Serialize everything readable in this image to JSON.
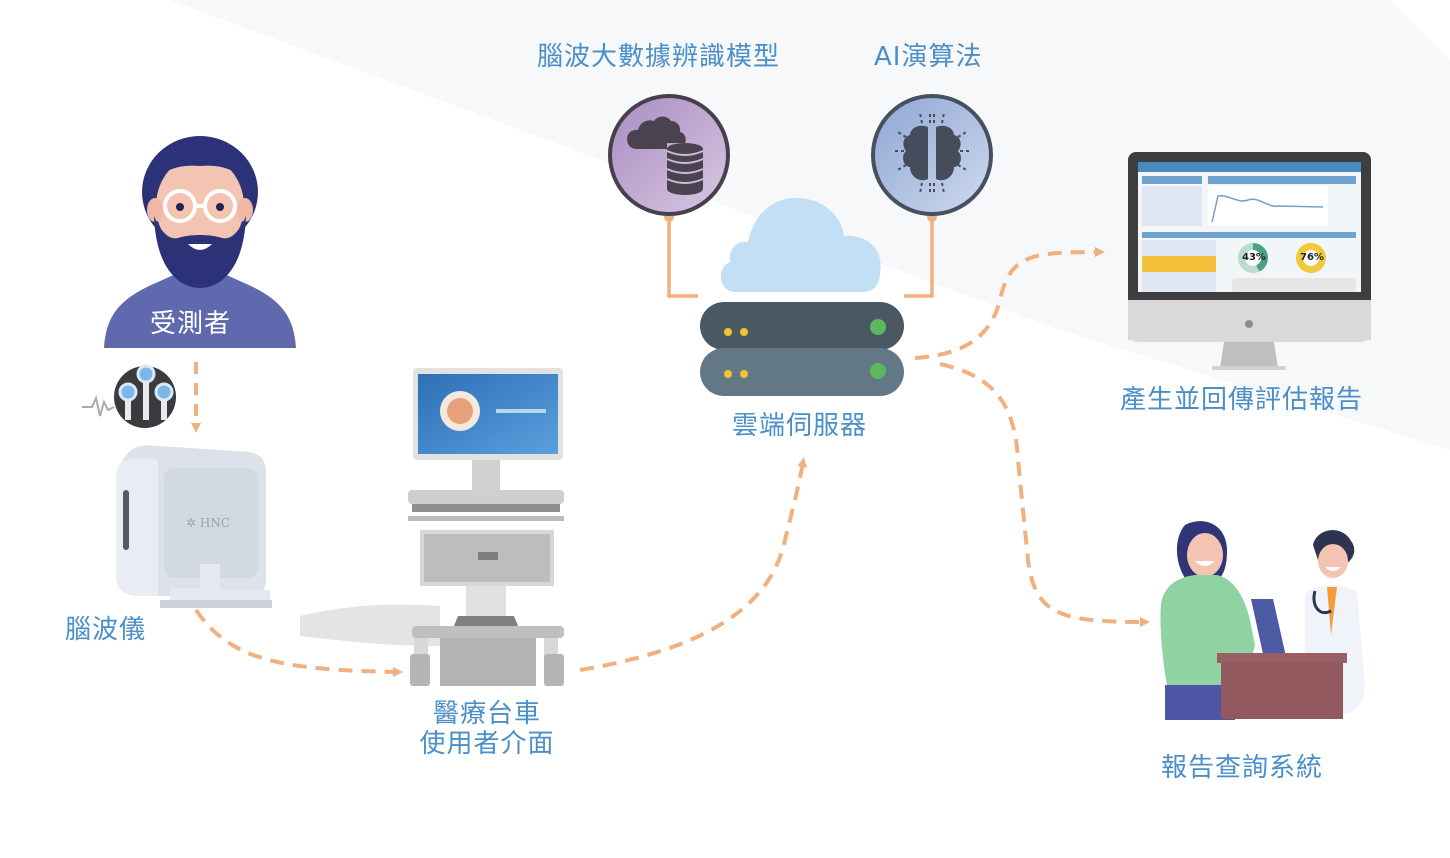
{
  "diagram": {
    "nodes": {
      "subject": {
        "label": "受測者",
        "icon": "person-bearded-icon"
      },
      "electrodes": {
        "icon": "eeg-electrodes-icon"
      },
      "eeg_device": {
        "label": "腦波儀",
        "brand": "HNC",
        "icon": "eeg-device-icon"
      },
      "medical_cart": {
        "label_line1": "醫療台車",
        "label_line2": "使用者介面",
        "icon": "medical-cart-icon"
      },
      "bigdata_model": {
        "label": "腦波大數據辨識模型",
        "icon": "cloud-database-icon"
      },
      "ai_algorithm": {
        "label": "AI演算法",
        "icon": "ai-brain-icon"
      },
      "cloud_server": {
        "label": "雲端伺服器",
        "icon": "cloud-server-icon"
      },
      "report_generation": {
        "label": "產生並回傳評估報告",
        "icon": "desktop-monitor-icon",
        "screen_values": {
          "gauge1": "43%",
          "gauge2": "76%"
        }
      },
      "report_query": {
        "label": "報告查詢系統",
        "icon": "doctor-patient-icon"
      }
    },
    "edges": [
      {
        "from": "subject",
        "to": "eeg_device",
        "style": "dashed-arrow"
      },
      {
        "from": "eeg_device",
        "to": "medical_cart",
        "style": "dashed-arrow"
      },
      {
        "from": "medical_cart",
        "to": "cloud_server",
        "style": "dashed-arrow"
      },
      {
        "from": "bigdata_model",
        "to": "cloud_server",
        "style": "solid-connector"
      },
      {
        "from": "ai_algorithm",
        "to": "cloud_server",
        "style": "solid-connector"
      },
      {
        "from": "cloud_server",
        "to": "report_generation",
        "style": "dashed-arrow"
      },
      {
        "from": "cloud_server",
        "to": "report_query",
        "style": "dashed-arrow"
      }
    ]
  },
  "colors": {
    "label_text": "#4a8fc7",
    "flow_orange": "#f0b080",
    "cloud_blue": "#c2dff6",
    "server_dark": "#4a5863",
    "server_light": "#627886",
    "led_green": "#5cb85c",
    "led_yellow": "#f6c332"
  }
}
